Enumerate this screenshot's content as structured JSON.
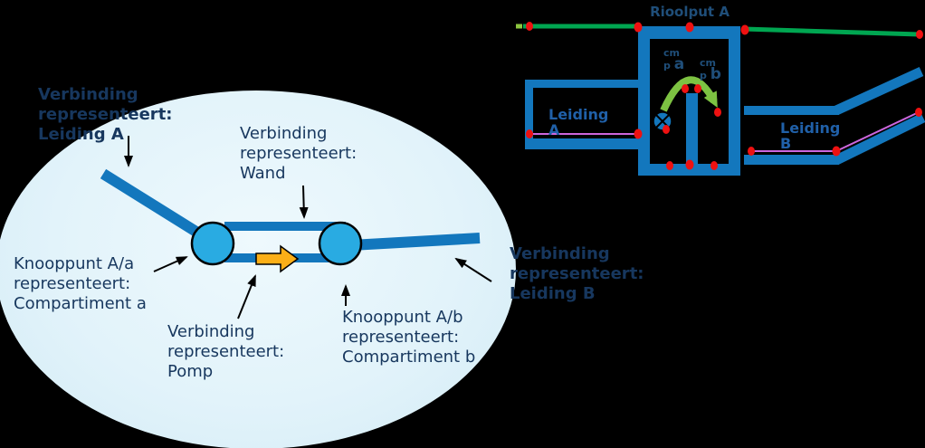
{
  "colors": {
    "background": "#000000",
    "pipe_blue": "#1377BD",
    "node_blue": "#29ABE2",
    "ellipse_fill_center": "#EEF9FD",
    "ellipse_fill_edge": "#D2EBF6",
    "annotation_text": "#17375E",
    "network_label_blue": "#1F4E79",
    "ground_green": "#00A651",
    "arc_arrow_green": "#7DC242",
    "ground_stub_green": "#8CC63F",
    "invert_magenta": "#CC66DD",
    "node_dot_red": "#EE1111",
    "pump_arrow_orange": "#FBAF17",
    "arrow_black": "#000000"
  },
  "ellipse_diagram": {
    "annotations": {
      "leiding_a": {
        "lines": [
          "Verbinding",
          "representeert:",
          "Leiding A"
        ]
      },
      "wand": {
        "lines": [
          "Verbinding",
          "representeert:",
          "Wand"
        ]
      },
      "knooppunt_a": {
        "lines": [
          "Knooppunt A/a",
          "representeert:",
          "Compartiment a"
        ]
      },
      "pomp": {
        "lines": [
          "Verbinding",
          "representeert:",
          "Pomp"
        ]
      },
      "knooppunt_b": {
        "lines": [
          "Knooppunt A/b",
          "representeert:",
          "Compartiment b"
        ]
      },
      "leiding_b": {
        "lines": [
          "Verbinding",
          "representeert:",
          "Leiding B"
        ]
      }
    }
  },
  "network_diagram": {
    "title": "Rioolput A",
    "labels": {
      "leiding_a": {
        "line1": "Leiding",
        "line2": "A"
      },
      "leiding_b": {
        "line1": "Leiding",
        "line2": "B"
      },
      "cmp_a": {
        "line1": "cm",
        "line2_small": "p",
        "letter": "a"
      },
      "cmp_b": {
        "line1": "cm",
        "line2_small": "p",
        "letter": "b"
      }
    }
  }
}
